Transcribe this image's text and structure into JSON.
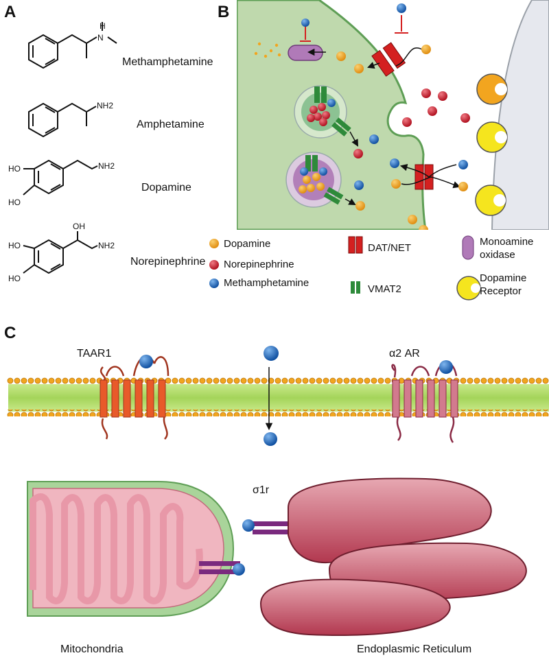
{
  "panels": {
    "a": "A",
    "b": "B",
    "c": "C"
  },
  "molecules": [
    {
      "name": "Methamphetamine",
      "atoms": [
        "H",
        "N"
      ]
    },
    {
      "name": "Amphetamine",
      "atoms": [
        "NH2"
      ]
    },
    {
      "name": "Dopamine",
      "atoms": [
        "HO",
        "HO",
        "NH2"
      ]
    },
    {
      "name": "Norepinephrine",
      "atoms": [
        "OH",
        "HO",
        "NH2",
        "HO"
      ]
    }
  ],
  "legend": {
    "dopamine": "Dopamine",
    "norepinephrine": "Norepinephrine",
    "methamphetamine": "Methamphetamine",
    "dat_net": "DAT/NET",
    "vmat2": "VMAT2",
    "mao_line1": "Monoamine",
    "mao_line2": "oxidase",
    "receptor_line1": "Dopamine",
    "receptor_line2": "Receptor"
  },
  "panel_c": {
    "taar1": "TAAR1",
    "a2ar": "α2 AR",
    "sigma1r": "σ1r",
    "mitochondria": "Mitochondria",
    "er": "Endoplasmic Reticulum"
  },
  "colors": {
    "dopamine": "#f2a51f",
    "norepinephrine": "#d0182c",
    "methamphetamine": "#1560b8",
    "cytoplasm": "#bdd8ad",
    "transporter": "#d42020",
    "vmat2": "#2e8a3a",
    "mao": "#b07ab8",
    "receptor": "#f5e51e",
    "membrane": "#b4dd6c",
    "lipid_head": "#f2a51f"
  }
}
